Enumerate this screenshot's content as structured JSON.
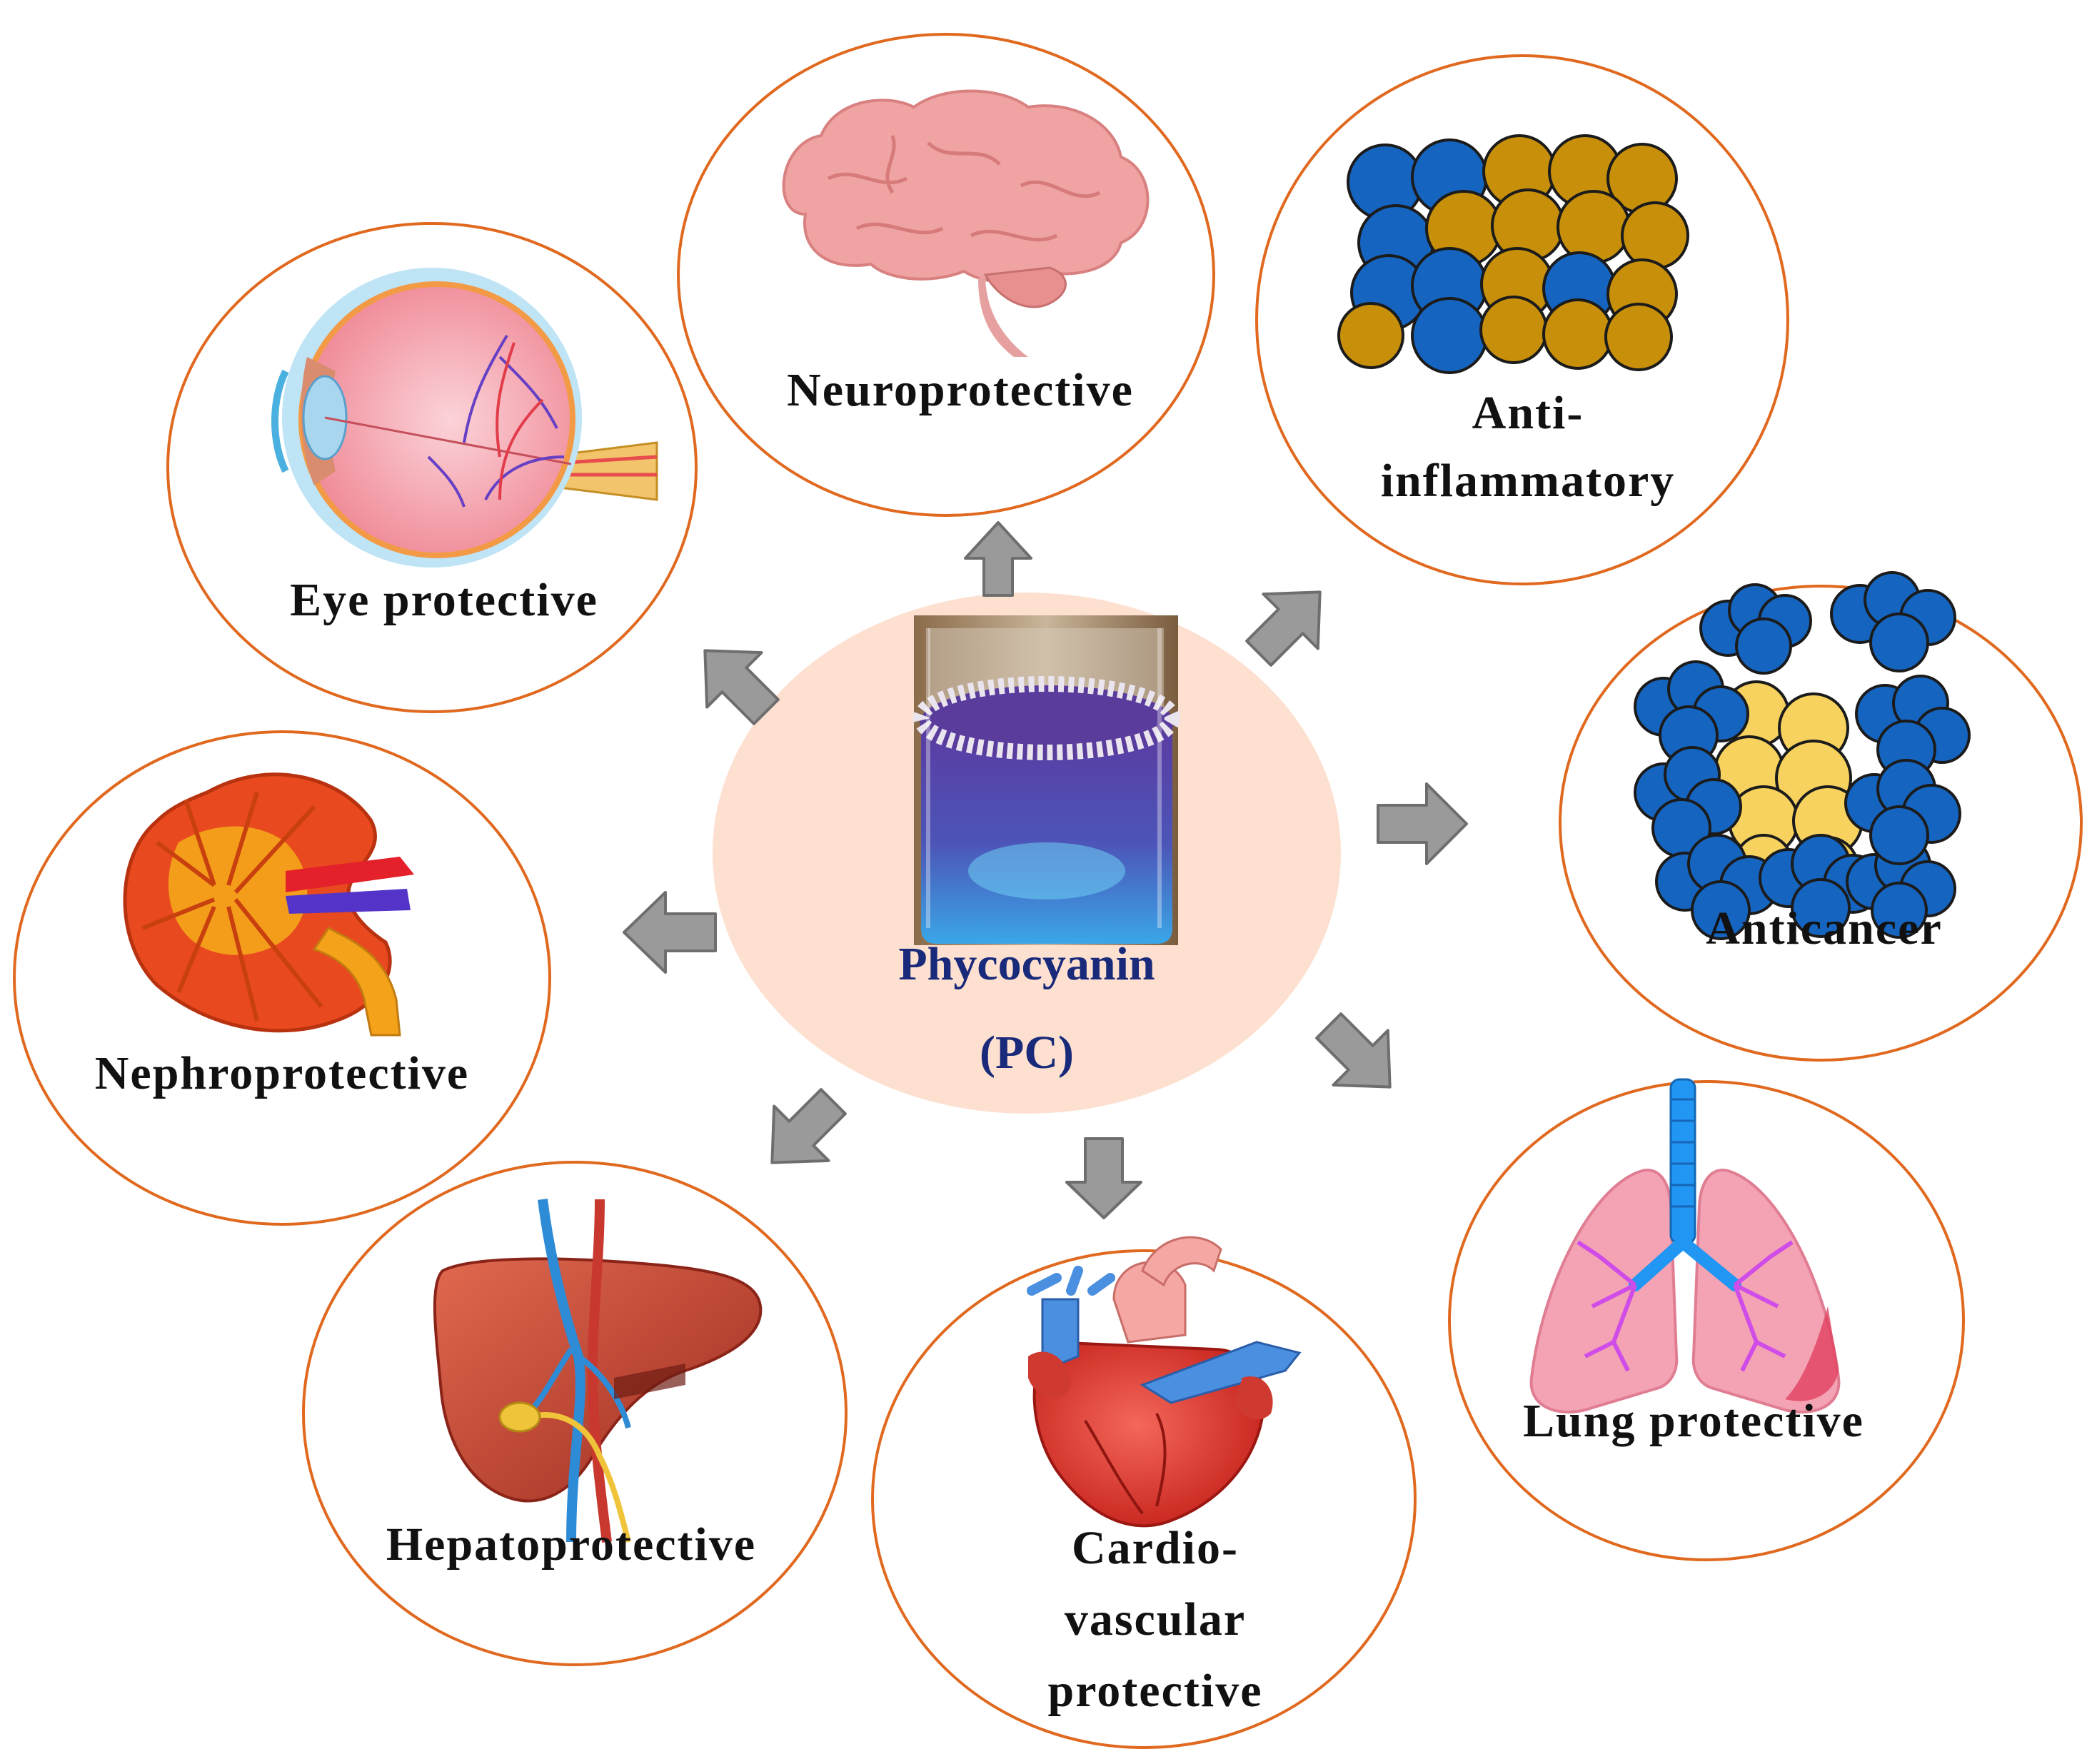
{
  "center": {
    "title": "Phycocyanin",
    "abbrev": "(PC)",
    "photo_icon": "flask-photo",
    "colors": {
      "disc": "#fde0d0",
      "text": "#1a2a7a"
    }
  },
  "effects": [
    {
      "id": "neuro",
      "lines": [
        "Neuroprotective"
      ],
      "icon": "brain-icon"
    },
    {
      "id": "antiinflam",
      "lines": [
        "Anti-",
        "inflammatory"
      ],
      "icon": "cells-cluster-icon"
    },
    {
      "id": "anticancer",
      "lines": [
        "Anticancer"
      ],
      "icon": "tumor-cells-icon"
    },
    {
      "id": "lung",
      "lines": [
        "Lung protective"
      ],
      "icon": "lungs-icon"
    },
    {
      "id": "cardio",
      "lines": [
        "Cardio-",
        "vascular",
        "protective"
      ],
      "icon": "heart-icon"
    },
    {
      "id": "hepato",
      "lines": [
        "Hepatoprotective"
      ],
      "icon": "liver-icon"
    },
    {
      "id": "nephro",
      "lines": [
        "Nephroprotective"
      ],
      "icon": "kidney-icon"
    },
    {
      "id": "eye",
      "lines": [
        "Eye protective"
      ],
      "icon": "eye-icon"
    }
  ],
  "colors": {
    "ring": "#e0691f",
    "arrow": "#9a9a9a",
    "blue_cell": "#1565c0",
    "gold_cell": "#c8900a",
    "yellow_cell": "#f7d25e"
  }
}
